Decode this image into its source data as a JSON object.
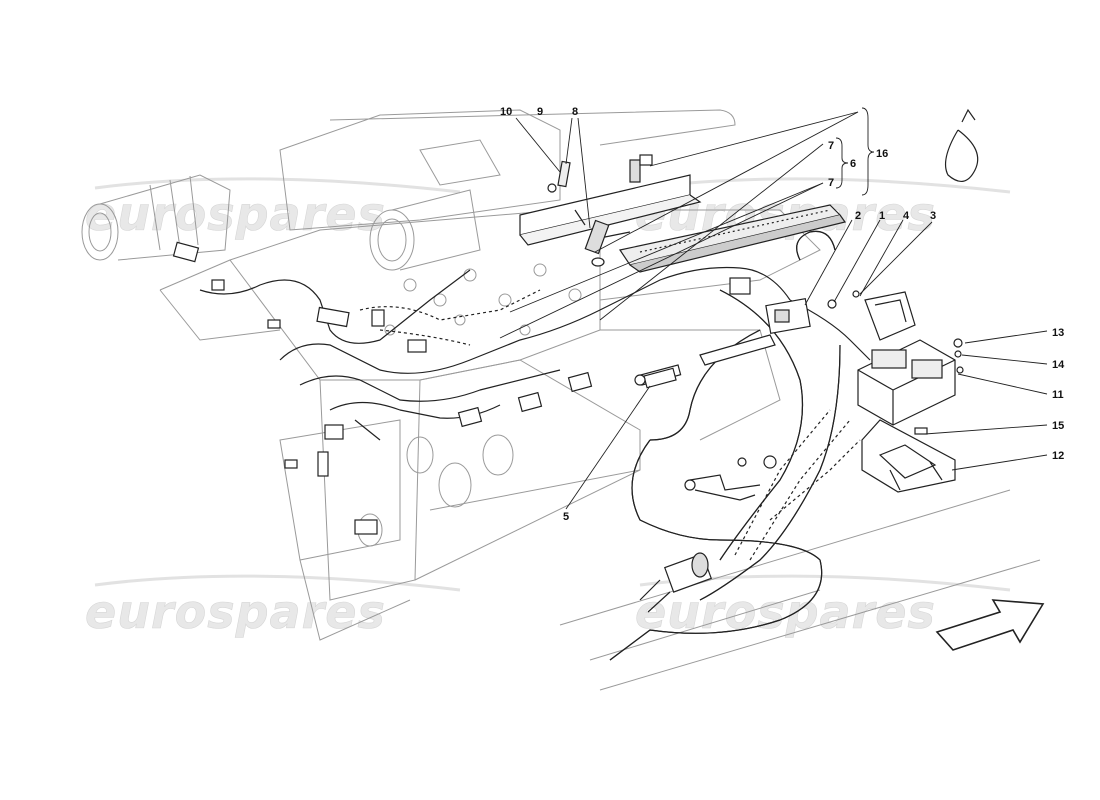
{
  "watermark": {
    "text": "eurospares"
  },
  "callouts": {
    "c1": "1",
    "c2": "2",
    "c3": "3",
    "c4": "4",
    "c5": "5",
    "c6": "6",
    "c7a": "7",
    "c7b": "7",
    "c8": "8",
    "c9": "9",
    "c10": "10",
    "c11": "11",
    "c12": "12",
    "c13": "13",
    "c14": "14",
    "c15": "15",
    "c16": "16"
  }
}
